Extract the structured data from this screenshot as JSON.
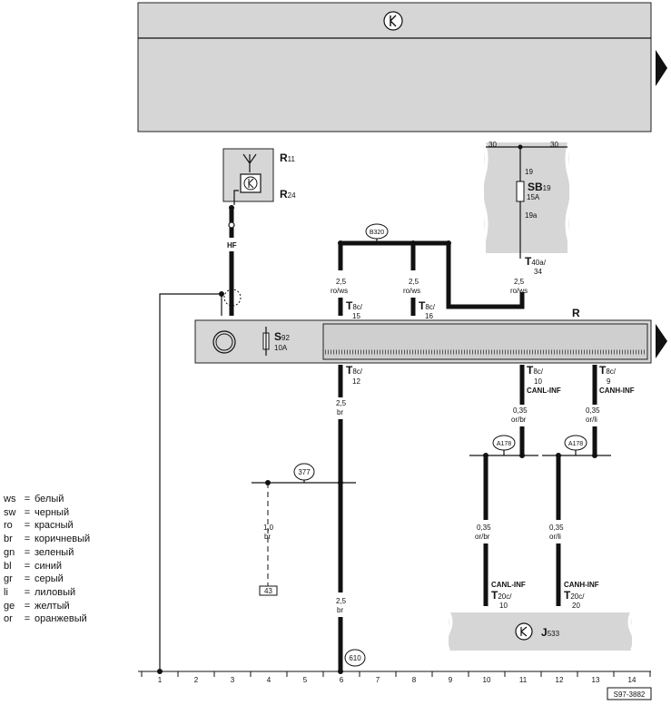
{
  "components": {
    "R11": {
      "letter": "R",
      "sub": "11"
    },
    "R24": {
      "letter": "R",
      "sub": "24"
    },
    "SB19": {
      "letter": "SB",
      "sub": "19",
      "rating": "15A",
      "pin_in": "19",
      "pin_out": "19a"
    },
    "S92": {
      "letter": "S",
      "sub": "92",
      "rating": "10A"
    },
    "R": {
      "letter": "R"
    },
    "J533": {
      "letter": "J",
      "sub": "533"
    }
  },
  "rails": {
    "left": "30",
    "right": "30"
  },
  "wire_labels": {
    "hf": "HF",
    "w_b320_1": {
      "gauge": "2,5",
      "color": "ro/ws"
    },
    "w_b320_2": {
      "gauge": "2,5",
      "color": "ro/ws"
    },
    "w_sb": {
      "gauge": "2,5",
      "color": "ro/ws"
    },
    "w_ground": {
      "gauge": "2,5",
      "color": "br"
    },
    "w_ground2": {
      "gauge": "2,5",
      "color": "br"
    },
    "w_canl_top": {
      "gauge": "0,35",
      "color": "or/br"
    },
    "w_canh_top": {
      "gauge": "0,35",
      "color": "or/li"
    },
    "w_canl_bot": {
      "gauge": "0,35",
      "color": "or/br"
    },
    "w_canh_bot": {
      "gauge": "0,35",
      "color": "or/li"
    },
    "w_dashed": {
      "gauge": "1,0",
      "color": "br"
    }
  },
  "connectors": {
    "t8c15": {
      "letter": "T",
      "sub": "8c/",
      "pin": "15"
    },
    "t8c16": {
      "letter": "T",
      "sub": "8c/",
      "pin": "16"
    },
    "t40a": {
      "letter": "T",
      "sub": "40a/",
      "pin": "34"
    },
    "t8c12": {
      "letter": "T",
      "sub": "8c/",
      "pin": "12"
    },
    "t8c10": {
      "letter": "T",
      "sub": "8c/",
      "pin": "10",
      "signal": "CANL-INF"
    },
    "t8c9": {
      "letter": "T",
      "sub": "8c/",
      "pin": "9",
      "signal": "CANH-INF"
    },
    "t20c10": {
      "letter": "T",
      "sub": "20c/",
      "pin": "10",
      "signal": "CANL-INF"
    },
    "t20c20": {
      "letter": "T",
      "sub": "20c/",
      "pin": "20",
      "signal": "CANH-INF"
    }
  },
  "circles": {
    "b320": "B320",
    "a178_1": "A178",
    "a178_2": "A178",
    "n377": "377",
    "n610": "610"
  },
  "ref_box": "43",
  "legend": [
    {
      "code": "ws",
      "eq": "=",
      "name": "белый"
    },
    {
      "code": "sw",
      "eq": "=",
      "name": "черный"
    },
    {
      "code": "ro",
      "eq": "=",
      "name": "красный"
    },
    {
      "code": "br",
      "eq": "=",
      "name": "коричневый"
    },
    {
      "code": "gn",
      "eq": "=",
      "name": "зеленый"
    },
    {
      "code": "bl",
      "eq": "=",
      "name": "синий"
    },
    {
      "code": "gr",
      "eq": "=",
      "name": "серый"
    },
    {
      "code": "li",
      "eq": "=",
      "name": "лиловый"
    },
    {
      "code": "ge",
      "eq": "=",
      "name": "желтый"
    },
    {
      "code": "or",
      "eq": "=",
      "name": "оранжевый"
    }
  ],
  "track_numbers": [
    "1",
    "2",
    "3",
    "4",
    "5",
    "6",
    "7",
    "8",
    "9",
    "10",
    "11",
    "12",
    "13",
    "14"
  ],
  "diagram_id": "S97-3882"
}
